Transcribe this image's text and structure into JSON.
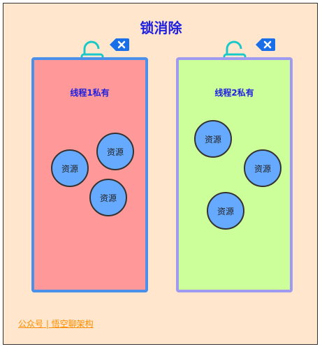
{
  "title": "锁消除",
  "threads": [
    {
      "label": "线程1私有",
      "resources": [
        "资源",
        "资源",
        "资源"
      ]
    },
    {
      "label": "线程2私有",
      "resources": [
        "资源",
        "资源",
        "资源"
      ]
    }
  ],
  "colors": {
    "background": "#ffe6cc",
    "thread1_fill": "#ff9999",
    "thread1_border": "#4a90ea",
    "thread2_fill": "#ccff99",
    "thread2_border": "#a09af0",
    "resource_fill": "#66aaff",
    "lock_icon": "#19c9c9",
    "remove_badge": "#1a6ee8",
    "title_text": "#1f1fe0",
    "footer_link": "#ff8c00"
  },
  "icons": [
    "unlocked-padlock-icon",
    "remove-x-badge-icon"
  ],
  "footer": "公众号 | 悟空聊架构"
}
